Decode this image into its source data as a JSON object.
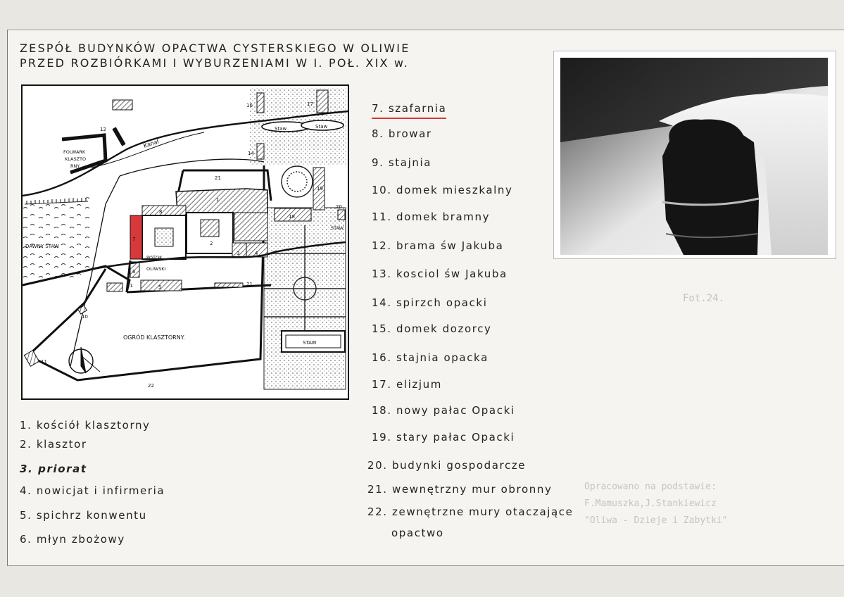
{
  "title": {
    "line1": "ZESPÓŁ BUDYNKÓW OPACTWA CYSTERSKIEGO W OLIWIE",
    "line2": "PRZED ROZBIÓRKAMI I WYBURZENIAMI W I. POŁ. XIX w."
  },
  "map": {
    "labels": {
      "folwark": "FOLWARK",
      "klaszto": "KLASZTO",
      "rny": "RNY",
      "kanal": "Kanał",
      "dawny_staw": "DAWNY STAW",
      "potok": "POTOK",
      "oliwski": "OLIWSKI",
      "ogrod": "OGRÓD KLASZTORNY.",
      "staw1": "Staw",
      "staw2": "Staw",
      "staw3": "STAW",
      "staw4": "STAW"
    },
    "numbers": [
      "1",
      "2",
      "3",
      "4",
      "5",
      "6",
      "7",
      "8",
      "10",
      "11",
      "12",
      "14",
      "16",
      "17",
      "18",
      "19",
      "20",
      "21",
      "21",
      "21",
      "22"
    ]
  },
  "legend_left": [
    "1. kościół klasztorny",
    "2. klasztor",
    "3. priorat",
    "4. nowicjat i infirmeria",
    "5. spichrz konwentu",
    "6. młyn zbożowy"
  ],
  "legend_right": [
    "7. szafarnia",
    "8. browar",
    "9. stajnia",
    "10. domek mieszkalny",
    "11. domek bramny",
    "12. brama św Jakuba",
    "13. kosciol św Jakuba",
    "14. spirzch opacki",
    "15. domek dozorcy",
    "16. stajnia opacka",
    "17. elizjum",
    "18. nowy pałac Opacki",
    "19. stary pałac Opacki",
    "20. budynki gospodarcze",
    "21. wewnętrzny mur obronny",
    "22. zewnętrzne mury otaczające",
    "opactwo"
  ],
  "photo_caption": "Fot.24.",
  "source": {
    "line1": "Opracowano na podstawie:",
    "line2": "F.Mamuszka,J.Stankiewicz",
    "line3": "\"Oliwa - Dzieje i Zabytki\""
  },
  "colors": {
    "highlight": "#d7383a",
    "ink": "#1c1c1c"
  }
}
